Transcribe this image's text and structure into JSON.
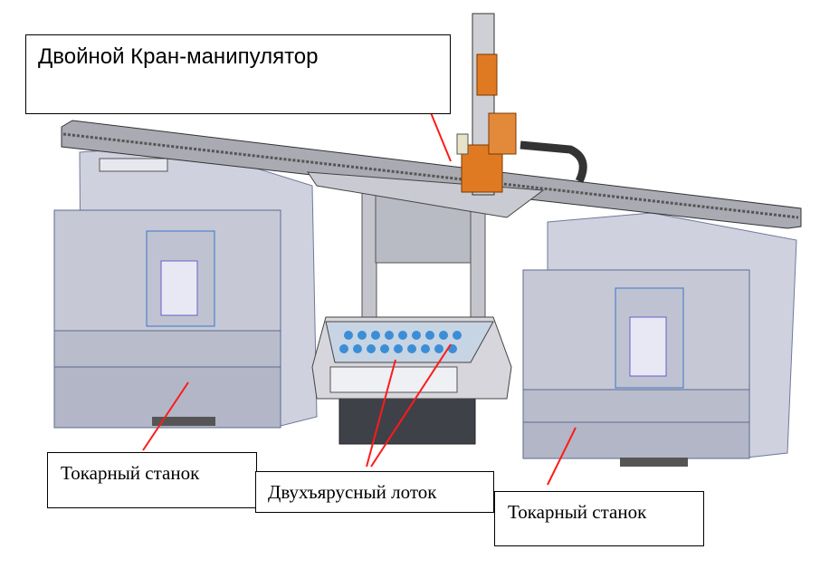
{
  "labels": {
    "crane": "Двойной Кран-манипулятор",
    "lathe_left": "Токарный станок",
    "tray": "Двухъярусный лоток",
    "lathe_right": "Токарный станок"
  },
  "colors": {
    "arrow": "#ff1a1a",
    "machine_body": "#c8cad8",
    "carriage": "#e07a22"
  }
}
